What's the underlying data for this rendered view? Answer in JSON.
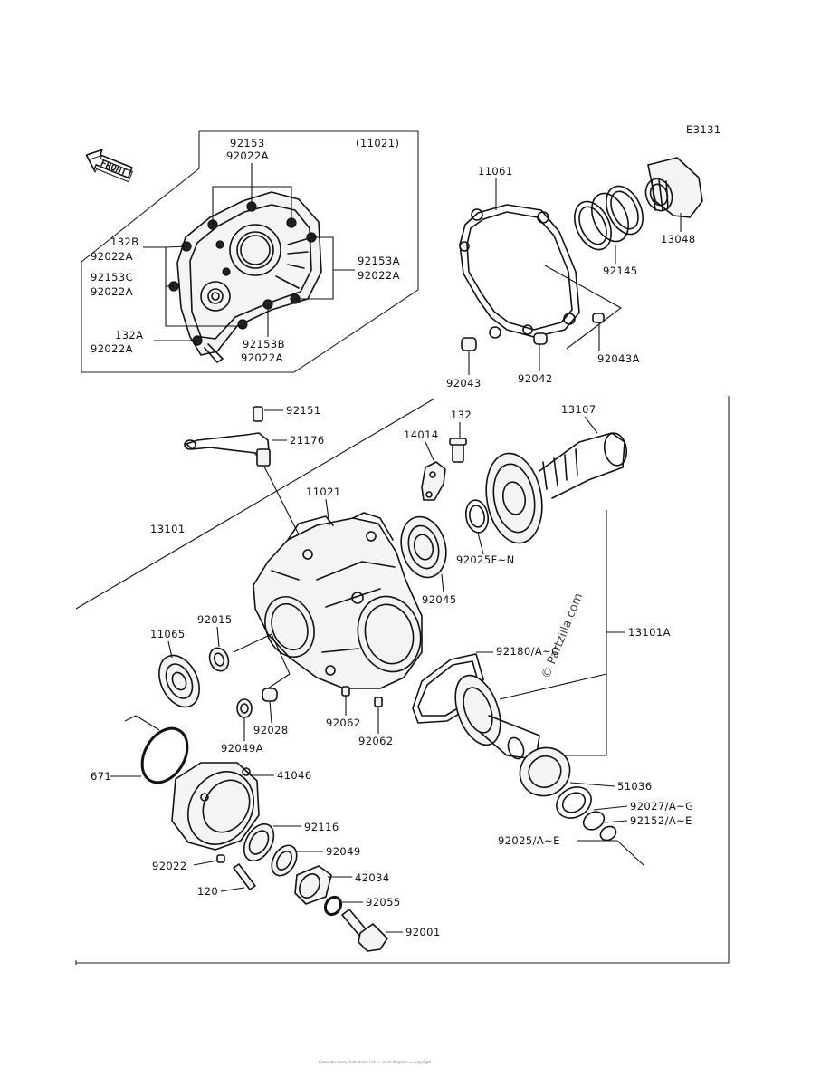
{
  "diagram_code": "E3131",
  "front_label": "FRONT",
  "inset_ref": "(11021)",
  "watermark": "© Partzilla.com",
  "footer": "Kawasaki Heavy Industries, Ltd. — parts diagram — copyright",
  "labels": {
    "p92153_top": "92153",
    "p92022A_top": "92022A",
    "p132B": "132B",
    "p92022A_l1": "92022A",
    "p92153C": "92153C",
    "p92022A_l2": "92022A",
    "p132A": "132A",
    "p92022A_l3": "92022A",
    "p92153B": "92153B",
    "p92022A_b": "92022A",
    "p92153A": "92153A",
    "p92022A_r": "92022A",
    "p11061": "11061",
    "p13048": "13048",
    "p92145": "92145",
    "p92043A": "92043A",
    "p92043": "92043",
    "p92042": "92042",
    "p92151": "92151",
    "p21176": "21176",
    "p13107": "13107",
    "p132": "132",
    "p14014": "14014",
    "p11021": "11021",
    "p13101": "13101",
    "p92025FN": "92025F~N",
    "p92045": "92045",
    "p92015": "92015",
    "p11065": "11065",
    "p13101A": "13101A",
    "p92180": "92180/A~C",
    "p92028": "92028",
    "p92049A": "92049A",
    "p92062a": "92062",
    "p92062b": "92062",
    "p671": "671",
    "p41046": "41046",
    "p51036": "51036",
    "p92027": "92027/A~G",
    "p92152": "92152/A~E",
    "p92025AE": "92025/A~E",
    "p92116": "92116",
    "p92022": "92022",
    "p92049": "92049",
    "p42034": "42034",
    "p120": "120",
    "p92055": "92055",
    "p92001": "92001"
  }
}
